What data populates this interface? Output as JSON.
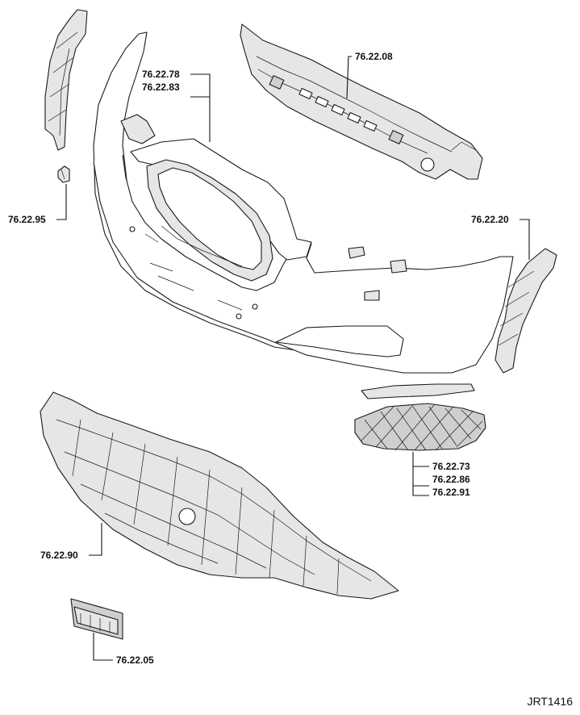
{
  "callouts": {
    "bumper_reinforcement": "76.22.08",
    "grille_frame": [
      "76.22.78",
      "76.22.83"
    ],
    "lh_bracket_clip": "76.22.95",
    "rh_bracket": "76.22.20",
    "fog_grille": [
      "76.22.73",
      "76.22.86",
      "76.22.91"
    ],
    "undertray": "76.22.90",
    "plate_bracket": "76.22.05"
  },
  "reference": "JRT1416"
}
